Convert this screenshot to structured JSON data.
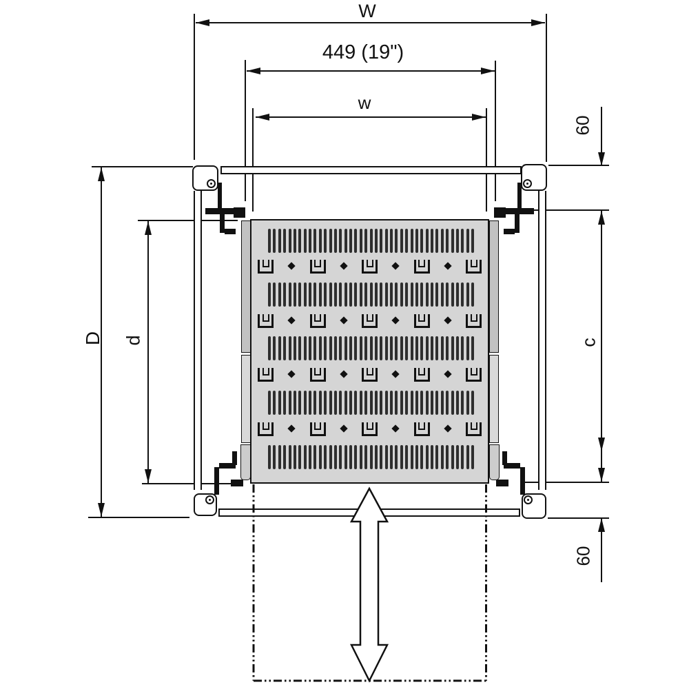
{
  "labels": {
    "overall_width": "W",
    "rack_width": "449 (19\")",
    "inner_width": "w",
    "top_right_offset": "60",
    "overall_depth": "D",
    "shelf_depth": "d",
    "side_depth": "c",
    "bottom_right_offset": "60"
  },
  "shelf_pattern": {
    "slot_bands": 5,
    "slots_per_band": 41,
    "clip_rows": 4,
    "clips_per_row": 5,
    "diamonds_per_row": 4
  },
  "colors": {
    "line": "#111111",
    "panel_fill": "#d5d5d5",
    "slot_fill": "#2e2e2e",
    "rail_fill": "#c2c2c2",
    "background": "#ffffff"
  }
}
